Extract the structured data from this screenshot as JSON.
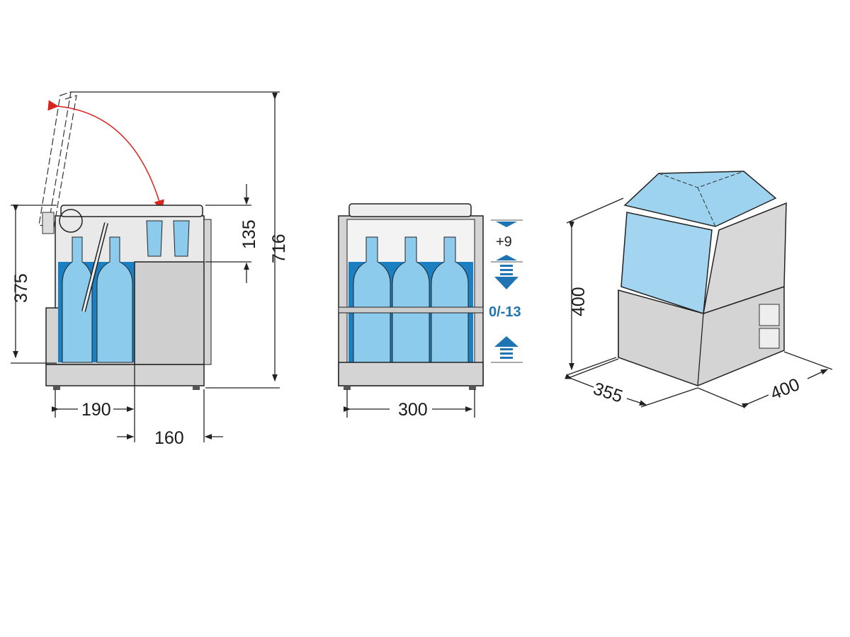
{
  "side_view": {
    "dimensions": {
      "total_height": "716",
      "lid_height": "135",
      "inner_height": "375",
      "left_width": "190",
      "right_width": "160"
    }
  },
  "front_view": {
    "dimensions": {
      "width": "300"
    },
    "adjustment": {
      "up": "+9",
      "down": "0/-13"
    }
  },
  "iso_view": {
    "dimensions": {
      "height": "400",
      "depth": "355",
      "width": "400"
    }
  },
  "colors": {
    "water": "#1b7fc1",
    "bottle": "#8ccbec",
    "housing": "#d4d4d4",
    "arrow": "#1f74b3",
    "swing_arrow": "#d9231f"
  }
}
